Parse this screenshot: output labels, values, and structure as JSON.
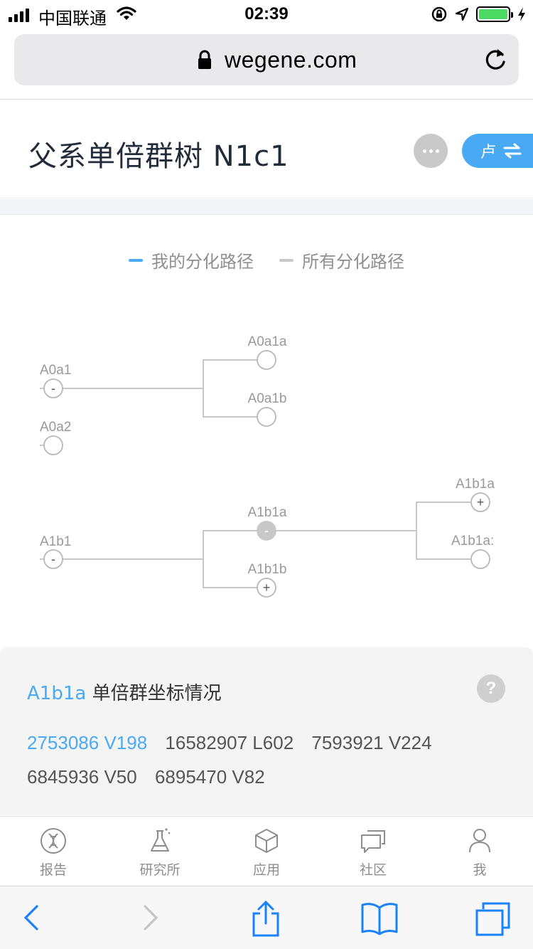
{
  "status_bar": {
    "carrier": "中国联通",
    "time": "02:39"
  },
  "browser": {
    "url": "wegene.com"
  },
  "header": {
    "title": "父系单倍群树 N1c1",
    "name_switch_label": "卢"
  },
  "legend": {
    "items": [
      {
        "label": "我的分化路径",
        "color": "#4aa9f4"
      },
      {
        "label": "所有分化路径",
        "color": "#c8c8c8"
      }
    ]
  },
  "tree": {
    "nodes": [
      {
        "id": "A0a1",
        "label": "A0a1",
        "state": "-"
      },
      {
        "id": "A0a1a",
        "label": "A0a1a",
        "state": ""
      },
      {
        "id": "A0a1b",
        "label": "A0a1b",
        "state": ""
      },
      {
        "id": "A0a2",
        "label": "A0a2",
        "state": ""
      },
      {
        "id": "A1b1",
        "label": "A1b1",
        "state": "-"
      },
      {
        "id": "A1b1a",
        "label": "A1b1a",
        "state": "-"
      },
      {
        "id": "A1b1b",
        "label": "A1b1b",
        "state": "+"
      },
      {
        "id": "A1b1a1",
        "label": "A1b1a",
        "state": "+"
      },
      {
        "id": "A1b1a2",
        "label": "A1b1a:",
        "state": ""
      }
    ]
  },
  "coordinates": {
    "haplogroup": "A1b1a",
    "title_suffix": " 单倍群坐标情况",
    "help": "?",
    "markers": [
      {
        "text": "2753086 V198",
        "active": true
      },
      {
        "text": "16582907 L602",
        "active": false
      },
      {
        "text": "7593921 V224",
        "active": false
      },
      {
        "text": "6845936 V50",
        "active": false
      },
      {
        "text": "6895470 V82",
        "active": false
      }
    ]
  },
  "tabbar": {
    "items": [
      {
        "label": "报告",
        "icon": "dna-icon"
      },
      {
        "label": "研究所",
        "icon": "flask-icon"
      },
      {
        "label": "应用",
        "icon": "cube-icon"
      },
      {
        "label": "社区",
        "icon": "chat-icon"
      },
      {
        "label": "我",
        "icon": "person-icon"
      }
    ]
  },
  "colors": {
    "accent": "#4aa9f4",
    "tree_line": "#c8c8c8",
    "safari_blue": "#1a82fb"
  }
}
